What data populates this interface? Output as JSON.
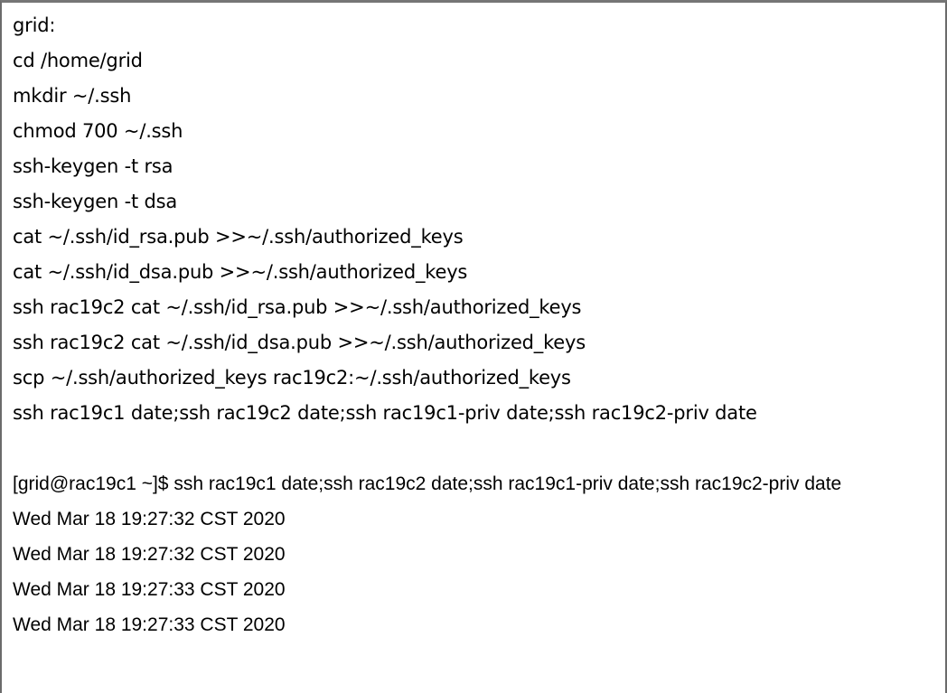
{
  "panel": {
    "title": "grid user SSH equivalence setup transcript",
    "border_color": "#6b6b6b",
    "top_rule_color": "#767676",
    "background_color": "#ffffff",
    "text_color": "#000000"
  },
  "command_block": {
    "heading": "grid:",
    "lines": [
      "cd /home/grid",
      "mkdir ~/.ssh",
      "chmod 700 ~/.ssh",
      "ssh-keygen -t rsa",
      "ssh-keygen -t dsa",
      "cat ~/.ssh/id_rsa.pub >>~/.ssh/authorized_keys",
      "cat ~/.ssh/id_dsa.pub >>~/.ssh/authorized_keys",
      "ssh rac19c2 cat ~/.ssh/id_rsa.pub >>~/.ssh/authorized_keys",
      "ssh rac19c2 cat ~/.ssh/id_dsa.pub >>~/.ssh/authorized_keys",
      "scp ~/.ssh/authorized_keys rac19c2:~/.ssh/authorized_keys",
      "ssh rac19c1 date;ssh rac19c2 date;ssh rac19c1-priv date;ssh rac19c2-priv date"
    ]
  },
  "transcript_block": {
    "prompt_command": "[grid@rac19c1 ~]$ ssh rac19c1 date;ssh rac19c2 date;ssh rac19c1-priv date;ssh rac19c2-priv date",
    "output_lines": [
      "Wed Mar 18 19:27:32 CST 2020",
      "Wed Mar 18 19:27:32 CST 2020",
      "Wed Mar 18 19:27:33 CST 2020",
      "Wed Mar 18 19:27:33 CST 2020"
    ]
  }
}
